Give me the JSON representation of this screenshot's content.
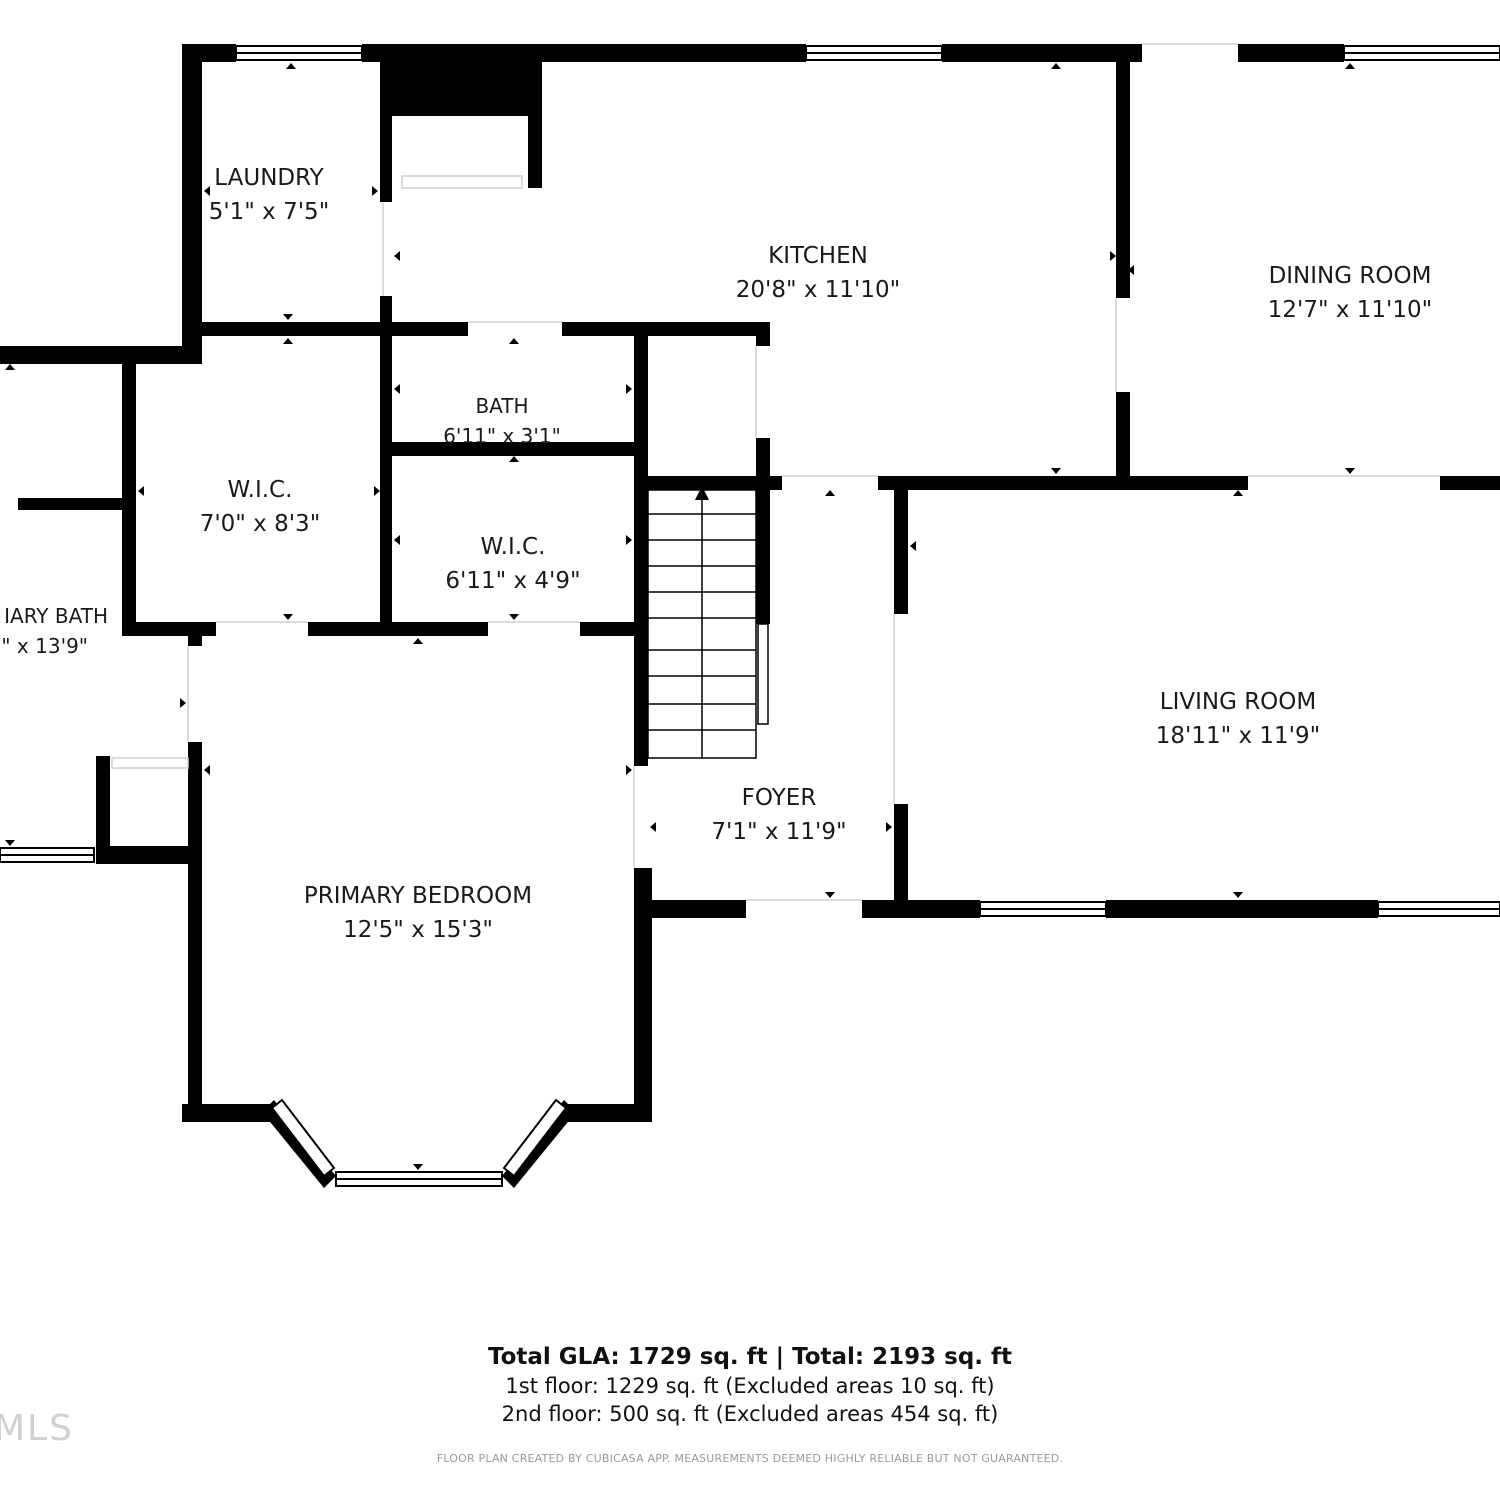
{
  "rooms": [
    {
      "id": "laundry",
      "name": "LAUNDRY",
      "dims": "5'1\" x 7'5\""
    },
    {
      "id": "kitchen",
      "name": "KITCHEN",
      "dims": "20'8\" x 11'10\""
    },
    {
      "id": "dining",
      "name": "DINING ROOM",
      "dims": "12'7\" x 11'10\""
    },
    {
      "id": "bath",
      "name": "BATH",
      "dims": "6'11\" x 3'1\""
    },
    {
      "id": "wic1",
      "name": "W.I.C.",
      "dims": "7'0\" x 8'3\""
    },
    {
      "id": "wic2",
      "name": "W.I.C.",
      "dims": "6'11\" x 4'9\""
    },
    {
      "id": "primary_bath",
      "name": "IARY BATH",
      "dims": "\" x 13'9\""
    },
    {
      "id": "living",
      "name": "LIVING ROOM",
      "dims": "18'11\" x 11'9\""
    },
    {
      "id": "foyer",
      "name": "FOYER",
      "dims": "7'1\" x 11'9\""
    },
    {
      "id": "primary_bedroom",
      "name": "PRIMARY BEDROOM",
      "dims": "12'5\" x 15'3\""
    }
  ],
  "summary": {
    "total": "Total GLA: 1729 sq. ft | Total: 2193 sq. ft",
    "floor1": "1st floor: 1229 sq. ft (Excluded areas 10 sq. ft)",
    "floor2": "2nd floor: 500 sq. ft (Excluded areas 454 sq. ft)"
  },
  "disclaimer": "FLOOR PLAN CREATED BY CUBICASA APP. MEASUREMENTS DEEMED HIGHLY RELIABLE BUT NOT GUARANTEED.",
  "watermark": "MLS",
  "colors": {
    "wall": "#000000",
    "background": "#ffffff",
    "text": "#1a1a1a"
  }
}
